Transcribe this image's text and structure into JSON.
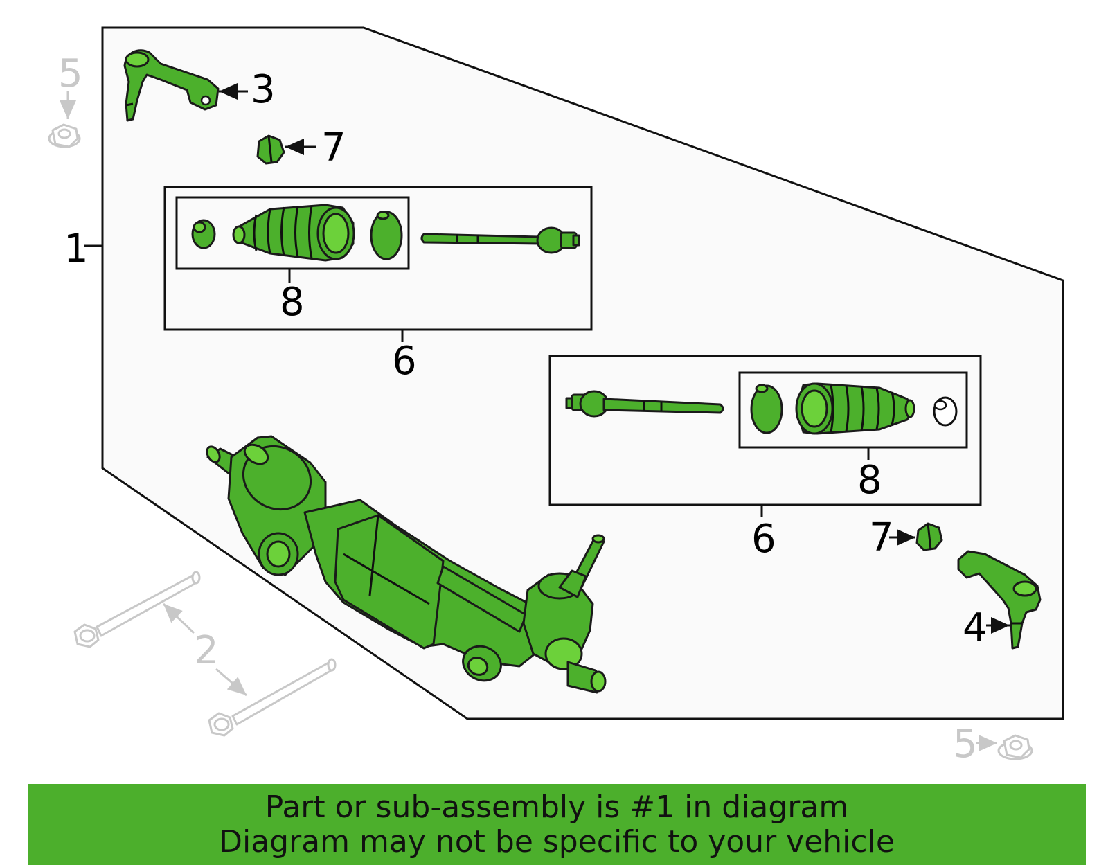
{
  "callouts": {
    "c1": "1",
    "c2": "2",
    "c3": "3",
    "c4": "4",
    "c5a": "5",
    "c5b": "5",
    "c6a": "6",
    "c6b": "6",
    "c7a": "7",
    "c7b": "7",
    "c8a": "8",
    "c8b": "8"
  },
  "banner": {
    "line1": "Part or sub-assembly is #1 in diagram",
    "line2": "Diagram may not be specific to your vehicle"
  },
  "colors": {
    "highlight": "#4cb02c",
    "banner_bg": "#4caf2c",
    "ghost_parts": "#c8c8c8"
  }
}
